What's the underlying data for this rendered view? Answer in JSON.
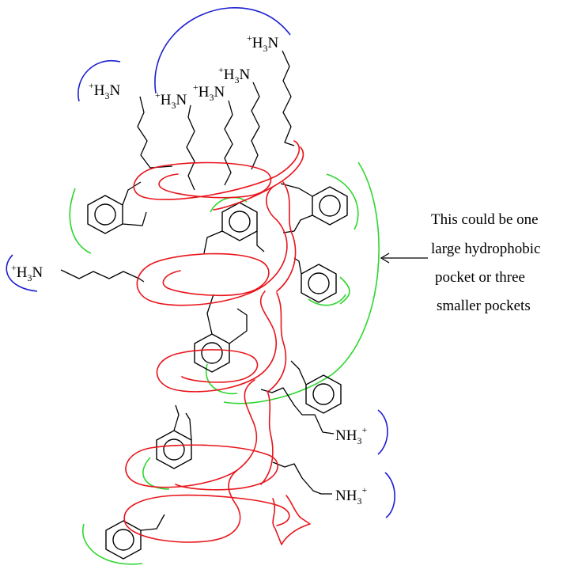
{
  "labels": {
    "amine": "H",
    "amine_sub": "3",
    "amine_n": "N",
    "charge": "+",
    "ammonium_1": "NH",
    "ammonium_2": "NH"
  },
  "annotation": {
    "line1": "This could be one",
    "line2": "large hydrophobic",
    "line3": "pocket or three",
    "line4": "smaller pockets"
  },
  "colors": {
    "helix": "#e8141b",
    "cationic_arc": "#1c1fd0",
    "hydrophobic_arc": "#2ed62e",
    "bonds": "#000000"
  }
}
